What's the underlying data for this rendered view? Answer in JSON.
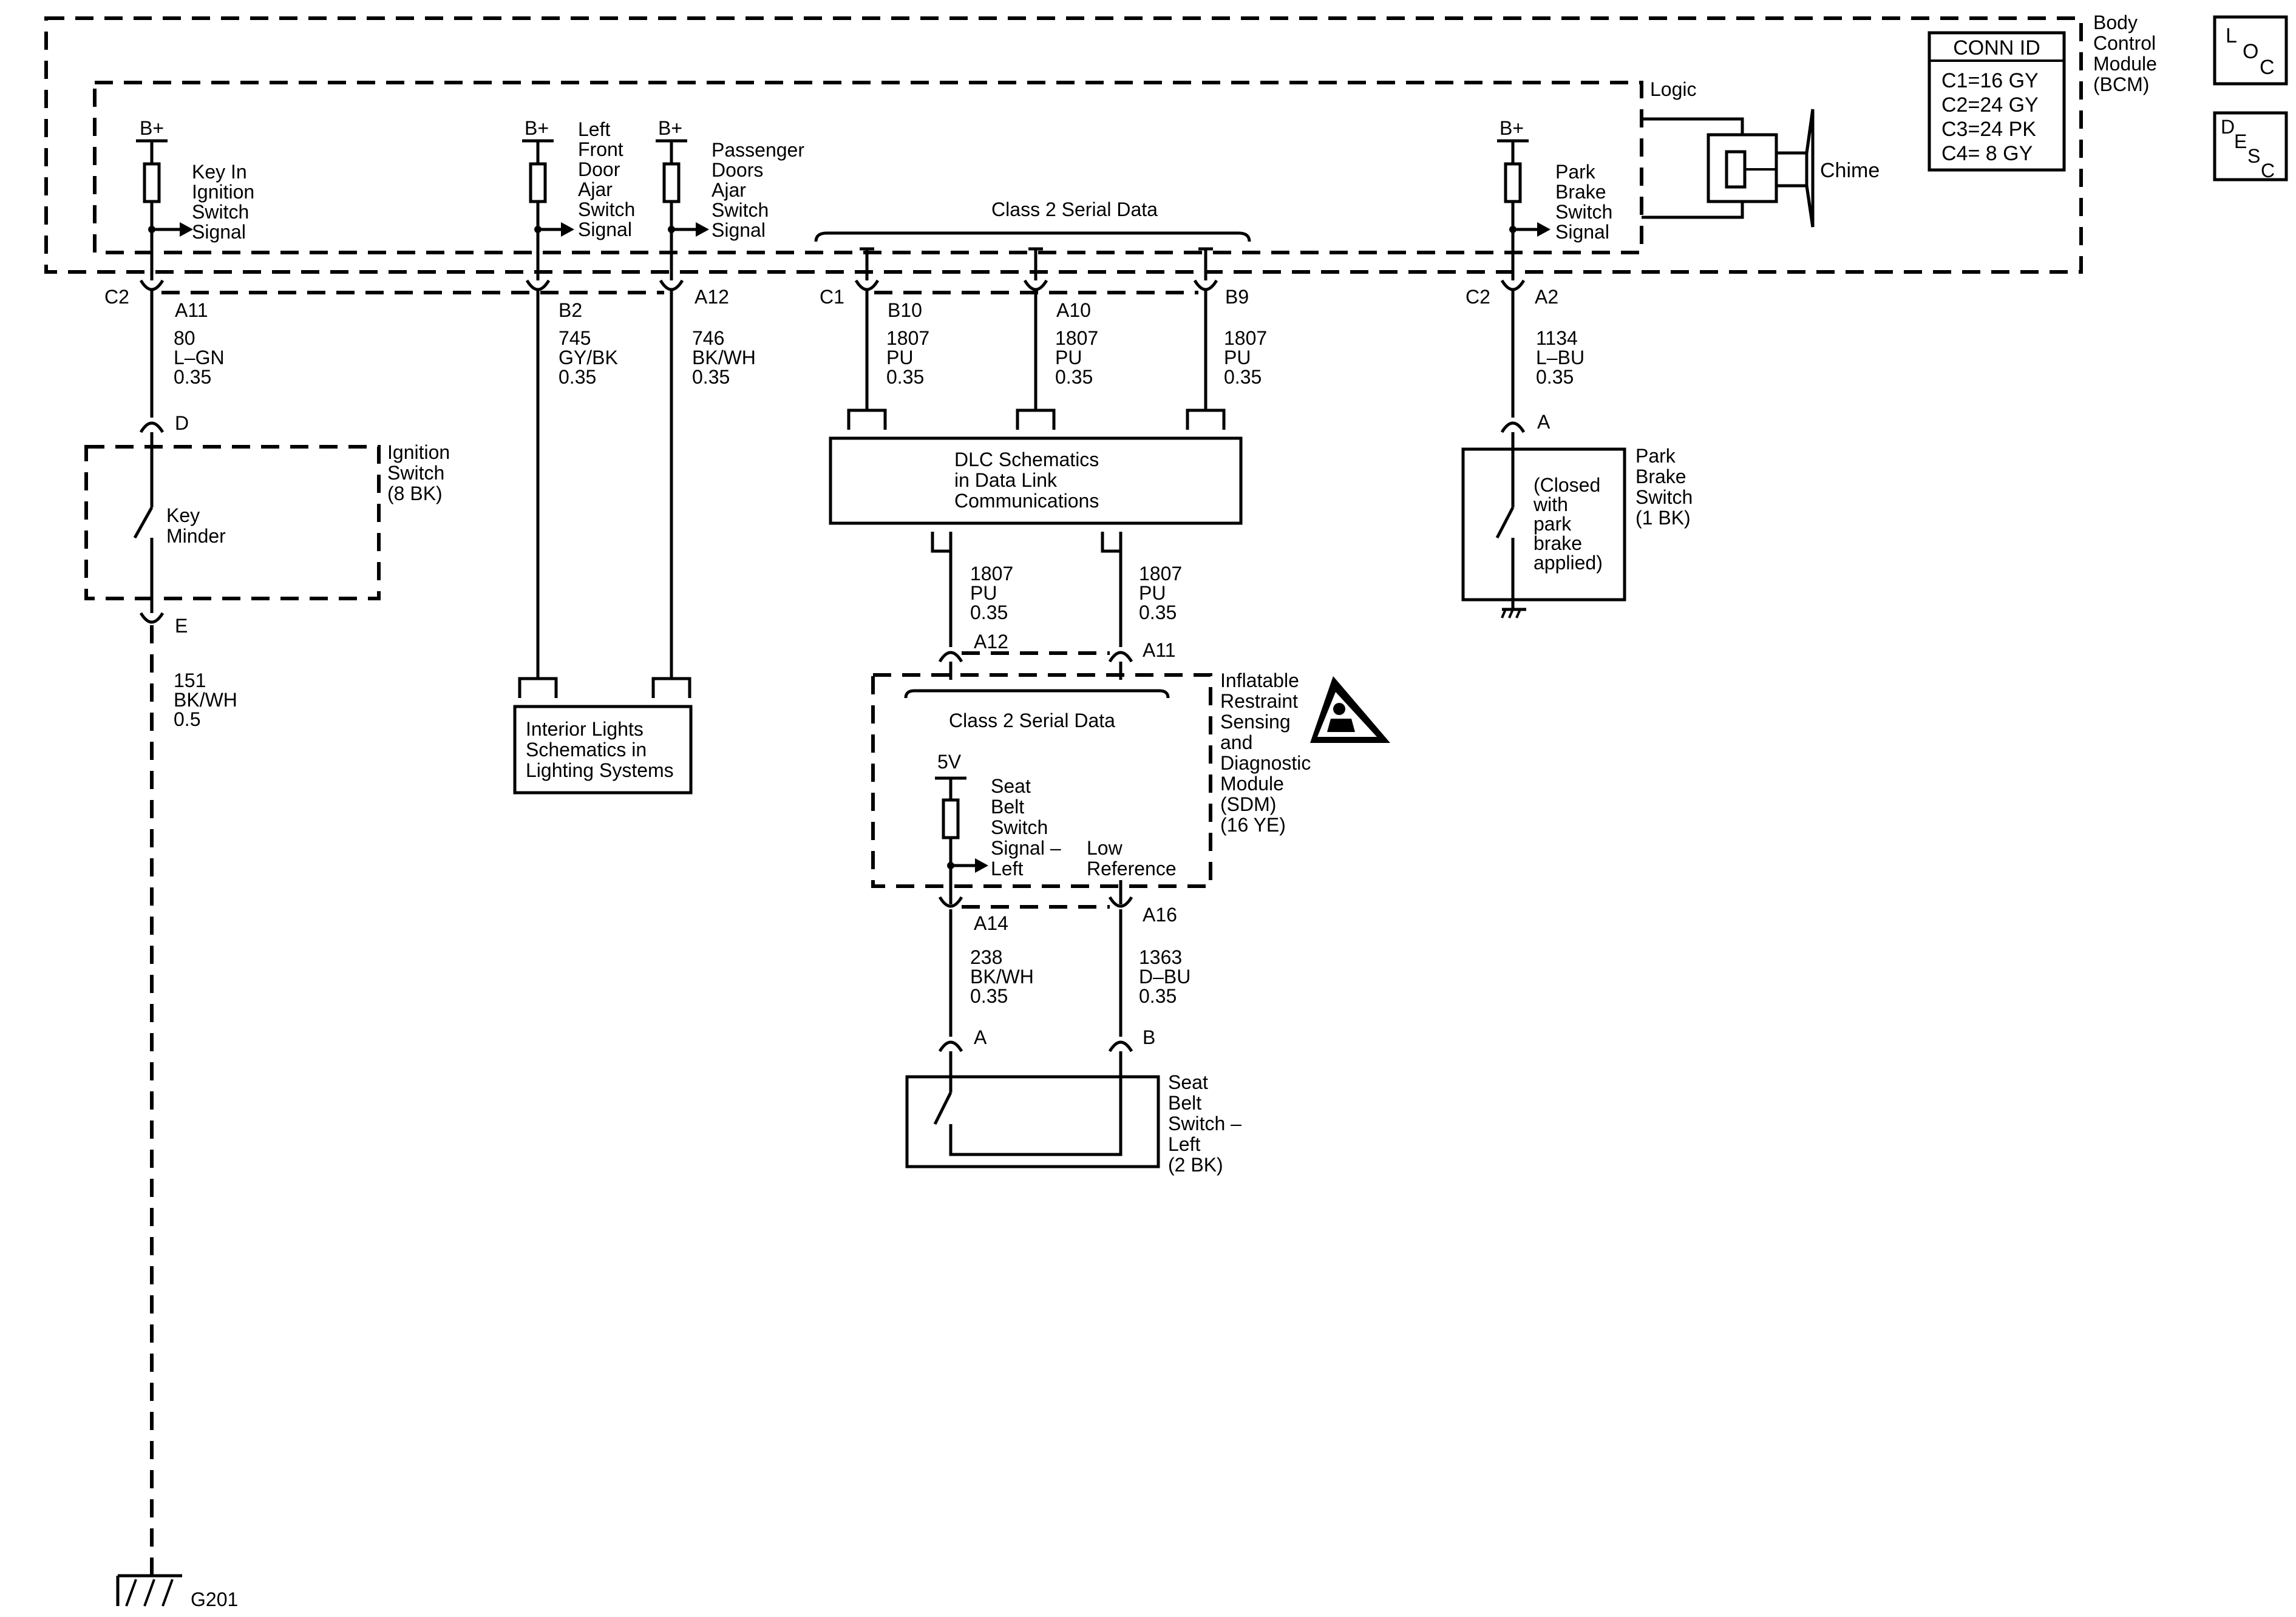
{
  "bcm": {
    "title_lines": [
      "Body",
      "Control",
      "Module",
      "(BCM)"
    ],
    "logic_label": "Logic",
    "chime_label": "Chime",
    "class2_label": "Class 2 Serial Data",
    "conn_id": {
      "header": "CONN ID",
      "rows": [
        "C1=16 GY",
        "C2=24 GY",
        "C3=24 PK",
        "C4=  8 GY"
      ]
    }
  },
  "icons": {
    "loc": [
      "L",
      "O",
      "C"
    ],
    "desc": [
      "D",
      "E",
      "S",
      "C"
    ]
  },
  "supply": {
    "bplus": "B+",
    "five_v": "5V"
  },
  "signals": {
    "key_in": [
      "Key In",
      "Ignition",
      "Switch",
      "Signal"
    ],
    "left_front_door": [
      "Left",
      "Front",
      "Door",
      "Ajar",
      "Switch",
      "Signal"
    ],
    "passenger_doors": [
      "Passenger",
      "Doors",
      "Ajar",
      "Switch",
      "Signal"
    ],
    "park_brake_signal": [
      "Park",
      "Brake",
      "Switch",
      "Signal"
    ],
    "seat_belt_signal": [
      "Seat",
      "Belt",
      "Switch",
      "Signal –",
      "Left"
    ],
    "low_reference": [
      "Low",
      "Reference"
    ]
  },
  "pins": {
    "c2_a11": {
      "conn": "C2",
      "pin": "A11"
    },
    "b2": "B2",
    "a12": "A12",
    "c1_b10": {
      "conn": "C1",
      "pin": "B10"
    },
    "a10": "A10",
    "b9": "B9",
    "c2_a2": {
      "conn": "C2",
      "pin": "A2"
    },
    "d": "D",
    "e": "E",
    "park_a": "A",
    "sdm_a12": "A12",
    "sdm_a11": "A11",
    "sdm_a14": "A14",
    "sdm_a16": "A16",
    "seat_a": "A",
    "seat_b": "B"
  },
  "wires": {
    "w80": [
      "80",
      "L–GN",
      "0.35"
    ],
    "w745": [
      "745",
      "GY/BK",
      "0.35"
    ],
    "w746": [
      "746",
      "BK/WH",
      "0.35"
    ],
    "w1807_a": [
      "1807",
      "PU",
      "0.35"
    ],
    "w1807_b": [
      "1807",
      "PU",
      "0.35"
    ],
    "w1807_c": [
      "1807",
      "PU",
      "0.35"
    ],
    "w1134": [
      "1134",
      "L–BU",
      "0.35"
    ],
    "w1807_d": [
      "1807",
      "PU",
      "0.35"
    ],
    "w1807_e": [
      "1807",
      "PU",
      "0.35"
    ],
    "w151": [
      "151",
      "BK/WH",
      "0.5"
    ],
    "w238": [
      "238",
      "BK/WH",
      "0.35"
    ],
    "w1363": [
      "1363",
      "D–BU",
      "0.35"
    ]
  },
  "components": {
    "ignition_switch": [
      "Ignition",
      "Switch",
      "(8 BK)"
    ],
    "key_minder": [
      "Key",
      "Minder"
    ],
    "interior_lights": [
      "Interior Lights",
      "Schematics in",
      "Lighting Systems"
    ],
    "dlc": [
      "DLC Schematics",
      "in Data Link",
      "Communications"
    ],
    "park_brake_switch": [
      "Park",
      "Brake",
      "Switch",
      "(1 BK)"
    ],
    "park_brake_note": [
      "(Closed",
      "with",
      "park",
      "brake",
      "applied)"
    ],
    "sdm": [
      "Inflatable",
      "Restraint",
      "Sensing",
      "and",
      "Diagnostic",
      "Module",
      "(SDM)",
      "(16 YE)"
    ],
    "sdm_class2_label": "Class 2 Serial Data",
    "seat_belt_switch": [
      "Seat",
      "Belt",
      "Switch –",
      "Left",
      "(2 BK)"
    ],
    "ground": "G201"
  },
  "colors": {
    "ink": "#000000",
    "background": "#ffffff"
  }
}
